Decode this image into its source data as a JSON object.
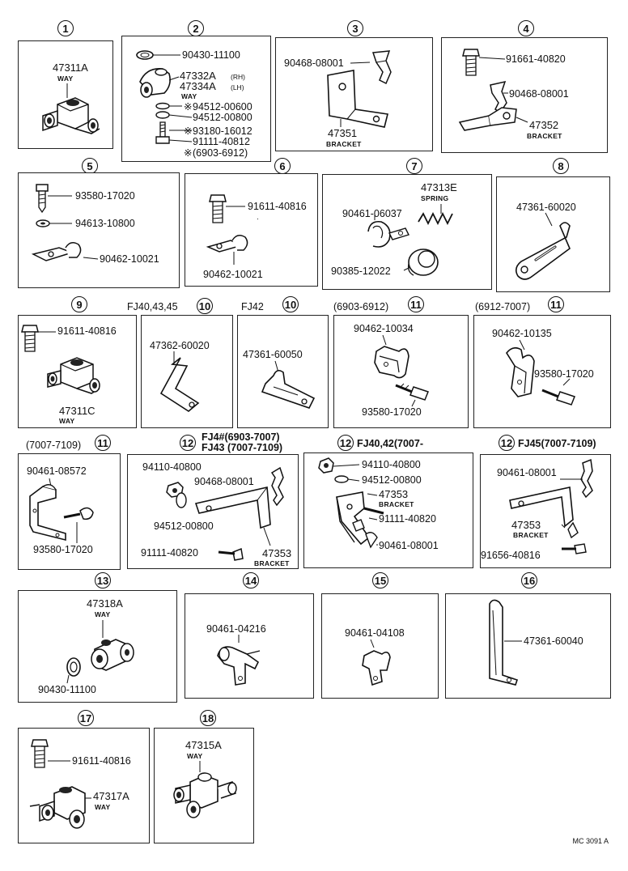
{
  "panels": [
    {
      "num": "1",
      "parts": [
        {
          "no": "47311A",
          "sub": "WAY"
        }
      ]
    },
    {
      "num": "2",
      "parts": [
        {
          "no": "90430-11100"
        },
        {
          "no": "47332A",
          "note": "(RH)"
        },
        {
          "no": "47334A",
          "note": "(LH)",
          "sub": "WAY"
        },
        {
          "no": "94512-00600",
          "mark": "※"
        },
        {
          "no": "94512-00800"
        },
        {
          "no": "93180-16012",
          "mark": "※"
        },
        {
          "no": "91111-40812"
        },
        {
          "no": "(6903-6912)",
          "mark": "※"
        }
      ]
    },
    {
      "num": "3",
      "parts": [
        {
          "no": "90468-08001"
        },
        {
          "no": "47351",
          "sub": "BRACKET"
        }
      ]
    },
    {
      "num": "4",
      "parts": [
        {
          "no": "91661-40820"
        },
        {
          "no": "90468-08001"
        },
        {
          "no": "47352",
          "sub": "BRACKET"
        }
      ]
    },
    {
      "num": "5",
      "parts": [
        {
          "no": "93580-17020"
        },
        {
          "no": "94613-10800"
        },
        {
          "no": "90462-10021"
        }
      ]
    },
    {
      "num": "6",
      "parts": [
        {
          "no": "91611-40816"
        },
        {
          "no": "90462-10021"
        }
      ]
    },
    {
      "num": "7",
      "parts": [
        {
          "no": "47313E",
          "sub": "SPRING"
        },
        {
          "no": "90461-06037"
        },
        {
          "no": "90385-12022"
        }
      ]
    },
    {
      "num": "8",
      "parts": [
        {
          "no": "47361-60020"
        }
      ]
    },
    {
      "num": "9",
      "parts": [
        {
          "no": "91611-40816"
        },
        {
          "no": "47311C",
          "sub": "WAY"
        }
      ]
    },
    {
      "num": "10",
      "header": "FJ40,43,45",
      "parts": [
        {
          "no": "47362-60020"
        }
      ]
    },
    {
      "num": "10",
      "header": "FJ42",
      "parts": [
        {
          "no": "47361-60050"
        }
      ]
    },
    {
      "num": "11",
      "header": "(6903-6912)",
      "parts": [
        {
          "no": "90462-10034"
        },
        {
          "no": "93580-17020"
        }
      ]
    },
    {
      "num": "11",
      "header": "(6912-7007)",
      "parts": [
        {
          "no": "90462-10135"
        },
        {
          "no": "93580-17020"
        }
      ]
    },
    {
      "num": "11",
      "header": "(7007-7109)",
      "parts": [
        {
          "no": "90461-08572"
        },
        {
          "no": "93580-17020"
        }
      ]
    },
    {
      "num": "12",
      "header": "FJ4#(6903-7007)",
      "header2": "FJ43 (7007-7109)",
      "parts": [
        {
          "no": "94110-40800"
        },
        {
          "no": "90468-08001"
        },
        {
          "no": "94512-00800"
        },
        {
          "no": "91111-40820"
        },
        {
          "no": "47353",
          "sub": "BRACKET"
        }
      ]
    },
    {
      "num": "12",
      "header": "FJ40,42(7007-",
      "parts": [
        {
          "no": "94110-40800"
        },
        {
          "no": "94512-00800"
        },
        {
          "no": "47353",
          "sub": "BRACKET"
        },
        {
          "no": "91111-40820"
        },
        {
          "no": "90461-08001"
        }
      ]
    },
    {
      "num": "12",
      "header": "FJ45(7007-7109)",
      "parts": [
        {
          "no": "90461-08001"
        },
        {
          "no": "47353",
          "sub": "BRACKET"
        },
        {
          "no": "91656-40816"
        }
      ]
    },
    {
      "num": "13",
      "parts": [
        {
          "no": "47318A",
          "sub": "WAY"
        },
        {
          "no": "90430-11100"
        }
      ]
    },
    {
      "num": "14",
      "parts": [
        {
          "no": "90461-04216"
        }
      ]
    },
    {
      "num": "15",
      "parts": [
        {
          "no": "90461-04108"
        }
      ]
    },
    {
      "num": "16",
      "parts": [
        {
          "no": "47361-60040"
        }
      ]
    },
    {
      "num": "17",
      "parts": [
        {
          "no": "91611-40816"
        },
        {
          "no": "47317A",
          "sub": "WAY"
        }
      ]
    },
    {
      "num": "18",
      "parts": [
        {
          "no": "47315A",
          "sub": "WAY"
        }
      ]
    }
  ],
  "footer": "MC 3091  A"
}
